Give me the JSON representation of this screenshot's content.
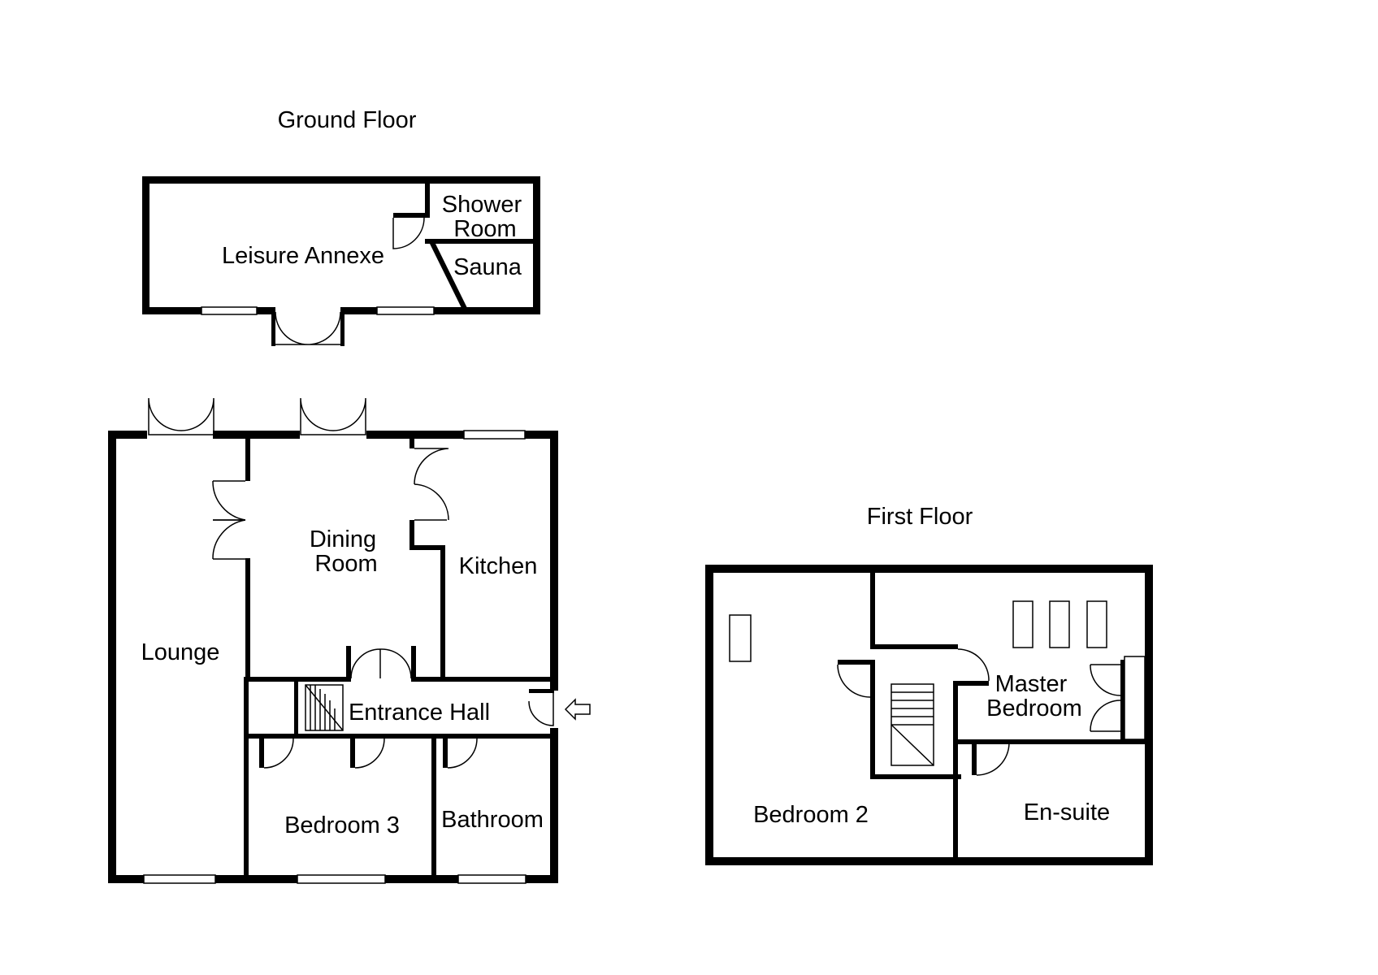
{
  "floors": {
    "ground": {
      "title": "Ground Floor",
      "rooms": {
        "leisure_annexe": "Leisure Annexe",
        "shower_room": [
          "Shower",
          "Room"
        ],
        "sauna": "Sauna",
        "lounge": "Lounge",
        "dining_room": [
          "Dining",
          "Room"
        ],
        "kitchen": "Kitchen",
        "entrance_hall": "Entrance Hall",
        "bedroom_3": "Bedroom 3",
        "bathroom": "Bathroom"
      }
    },
    "first": {
      "title": "First Floor",
      "rooms": {
        "master_bedroom": [
          "Master",
          "Bedroom"
        ],
        "bedroom_2": "Bedroom 2",
        "en_suite": "En-suite"
      }
    }
  },
  "colors": {
    "wall": "#000000",
    "background": "#ffffff"
  },
  "icons": [
    "entrance-arrow-icon",
    "staircase-icon",
    "skylight-icon",
    "door-swing-icon",
    "window-icon"
  ]
}
